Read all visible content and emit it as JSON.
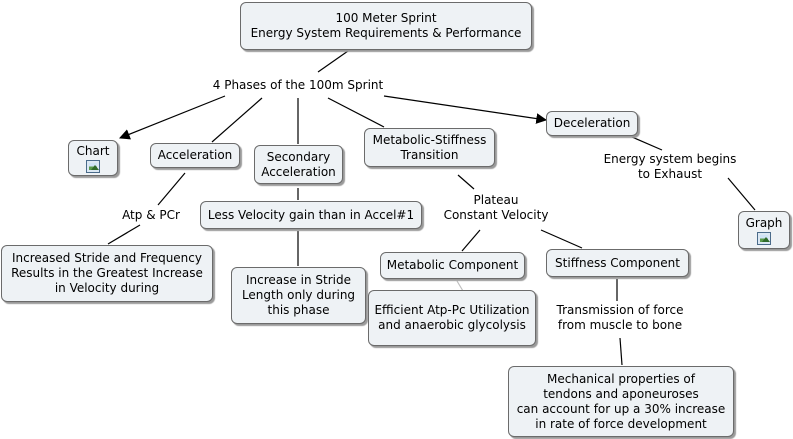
{
  "title_node": {
    "line1": "100 Meter Sprint",
    "line2": "Energy System Requirements & Performance"
  },
  "phases_label": "4 Phases of the 100m Sprint",
  "nodes": {
    "chart": "Chart",
    "acceleration": "Acceleration",
    "secondary_acceleration": "Secondary\nAcceleration",
    "metabolic_stiffness": "Metabolic-Stiffness\nTransition",
    "deceleration": "Deceleration",
    "graph": "Graph",
    "stride_frequency": "Increased Stride and Frequency\nResults in the Greatest Increase\nin Velocity during",
    "less_velocity": "Less Velocity gain than in Accel#1",
    "stride_length": "Increase in Stride\nLength only during\nthis phase",
    "metabolic_component": "Metabolic Component",
    "stiffness_component": "Stiffness Component",
    "atp_pc_utilization": "Efficient Atp-Pc Utilization\nand anaerobic glycolysis",
    "mechanical_properties": "Mechanical properties of\ntendons and aponeuroses\ncan account for up a 30% increase\nin rate of force development"
  },
  "labels": {
    "atp_pcr": "Atp & PCr",
    "plateau": "Plateau\nConstant Velocity",
    "energy_exhaust": "Energy system begins\nto Exhaust",
    "transmission": "Transmission of force\nfrom muscle to bone"
  },
  "icons": {
    "chart_attachment": "image-icon",
    "graph_attachment": "image-icon"
  },
  "colors": {
    "node_fill": "#eef2f5",
    "node_border": "#6b6b6b",
    "link": "#000000"
  }
}
